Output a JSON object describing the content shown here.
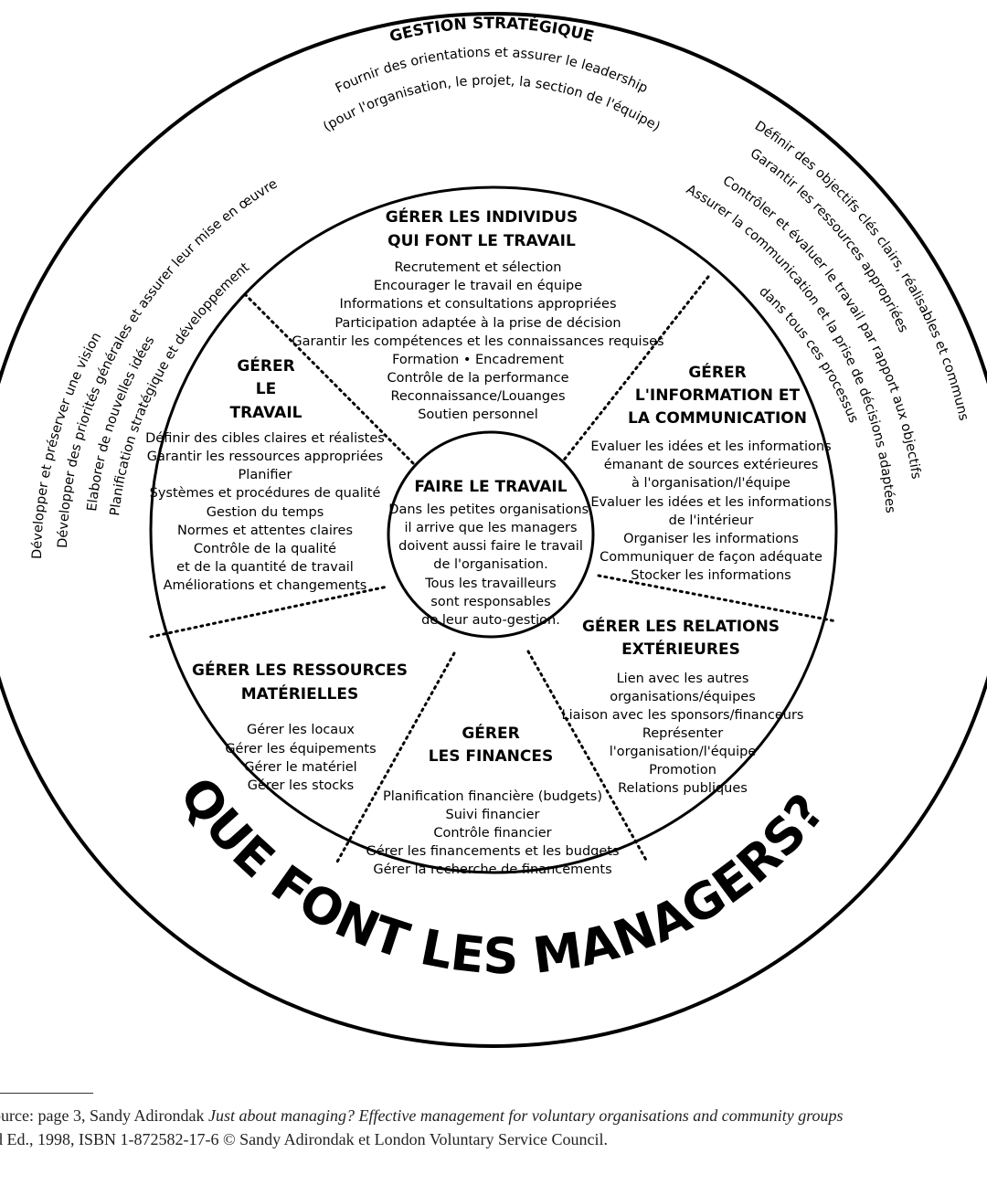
{
  "outer_ring": {
    "header": "GESTION STRATÉGIQUE",
    "top_lines": [
      "Fournir des orientations et assurer le leadership",
      "(pour l'organisation, le projet, la section de l'équipe)"
    ],
    "left_lines": [
      "Développer et préserver une vision",
      "Développer des priorités générales et assurer leur mise en œuvre",
      "Elaborer de nouvelles idées",
      "Planification stratégique et développement"
    ],
    "right_lines": [
      "Définir des objectifs clés clairs, réalisables et communs",
      "Garantir les ressources appropriées",
      "Contrôler et évaluer le travail par rapport aux objectifs",
      "Assurer la communication et la prise de décisions adaptées",
      "dans tous ces processus"
    ],
    "title": "QUE FONT LES MANAGERS?"
  },
  "center": {
    "title": "FAIRE LE TRAVAIL",
    "lines": [
      "Dans les petites organisations,",
      "il arrive que les managers",
      "doivent aussi faire le travail",
      "de l'organisation.",
      "Tous les travailleurs",
      "sont responsables",
      "de leur auto-gestion."
    ]
  },
  "sections": {
    "individus": {
      "title": [
        "GÉRER LES INDIVIDUS",
        "QUI FONT LE TRAVAIL"
      ],
      "items": [
        "Recrutement et sélection",
        "Encourager le travail en équipe",
        "Informations et consultations appropriées",
        "Participation adaptée à la prise de décision",
        "Garantir les compétences et les connaissances requises",
        "Formation • Encadrement",
        "Contrôle de la performance",
        "Reconnaissance/Louanges",
        "Soutien personnel"
      ]
    },
    "travail": {
      "title": [
        "GÉRER",
        "LE",
        "TRAVAIL"
      ],
      "items": [
        "Définir des cibles claires et réalistes",
        "Garantir les ressources appropriées",
        "Planifier",
        "Systèmes et procédures de qualité",
        "Gestion du temps",
        "Normes et attentes claires",
        "Contrôle de la qualité",
        "et de la quantité de travail",
        "Améliorations et changements"
      ]
    },
    "information": {
      "title": [
        "GÉRER",
        "L'INFORMATION ET",
        "LA COMMUNICATION"
      ],
      "items": [
        "Evaluer les idées et les informations",
        "émanant de sources extérieures",
        "à l'organisation/l'équipe",
        "Evaluer les idées et les informations",
        "de l'intérieur",
        "Organiser les informations",
        "Communiquer de façon adéquate",
        "Stocker les informations"
      ]
    },
    "relations": {
      "title": [
        "GÉRER LES RELATIONS",
        "EXTÉRIEURES"
      ],
      "items": [
        "Lien avec les autres",
        "organisations/équipes",
        "Liaison avec les sponsors/financeurs",
        "Représenter",
        "l'organisation/l'équipe",
        "Promotion",
        "Relations publiques"
      ]
    },
    "finances": {
      "title": [
        "GÉRER",
        "LES FINANCES"
      ],
      "items": [
        "Planification financière (budgets)",
        "Suivi financier",
        "Contrôle financier",
        "Gérer les financements et les budgets",
        "Gérer la recherche de financements"
      ]
    },
    "ressources": {
      "title": [
        "GÉRER LES RESSOURCES",
        "MATÉRIELLES"
      ],
      "items": [
        "Gérer les locaux",
        "Gérer les équipements",
        "Gérer le matériel",
        "Gérer les stocks"
      ]
    }
  },
  "source": {
    "line1_prefix": "ource: page 3, Sandy Adirondak ",
    "line1_italic": "Just about managing? Effective management for voluntary organisations and community groups",
    "line2": "d Ed., 1998, ISBN 1-872582-17-6 © Sandy Adirondak et London Voluntary Service Council."
  }
}
